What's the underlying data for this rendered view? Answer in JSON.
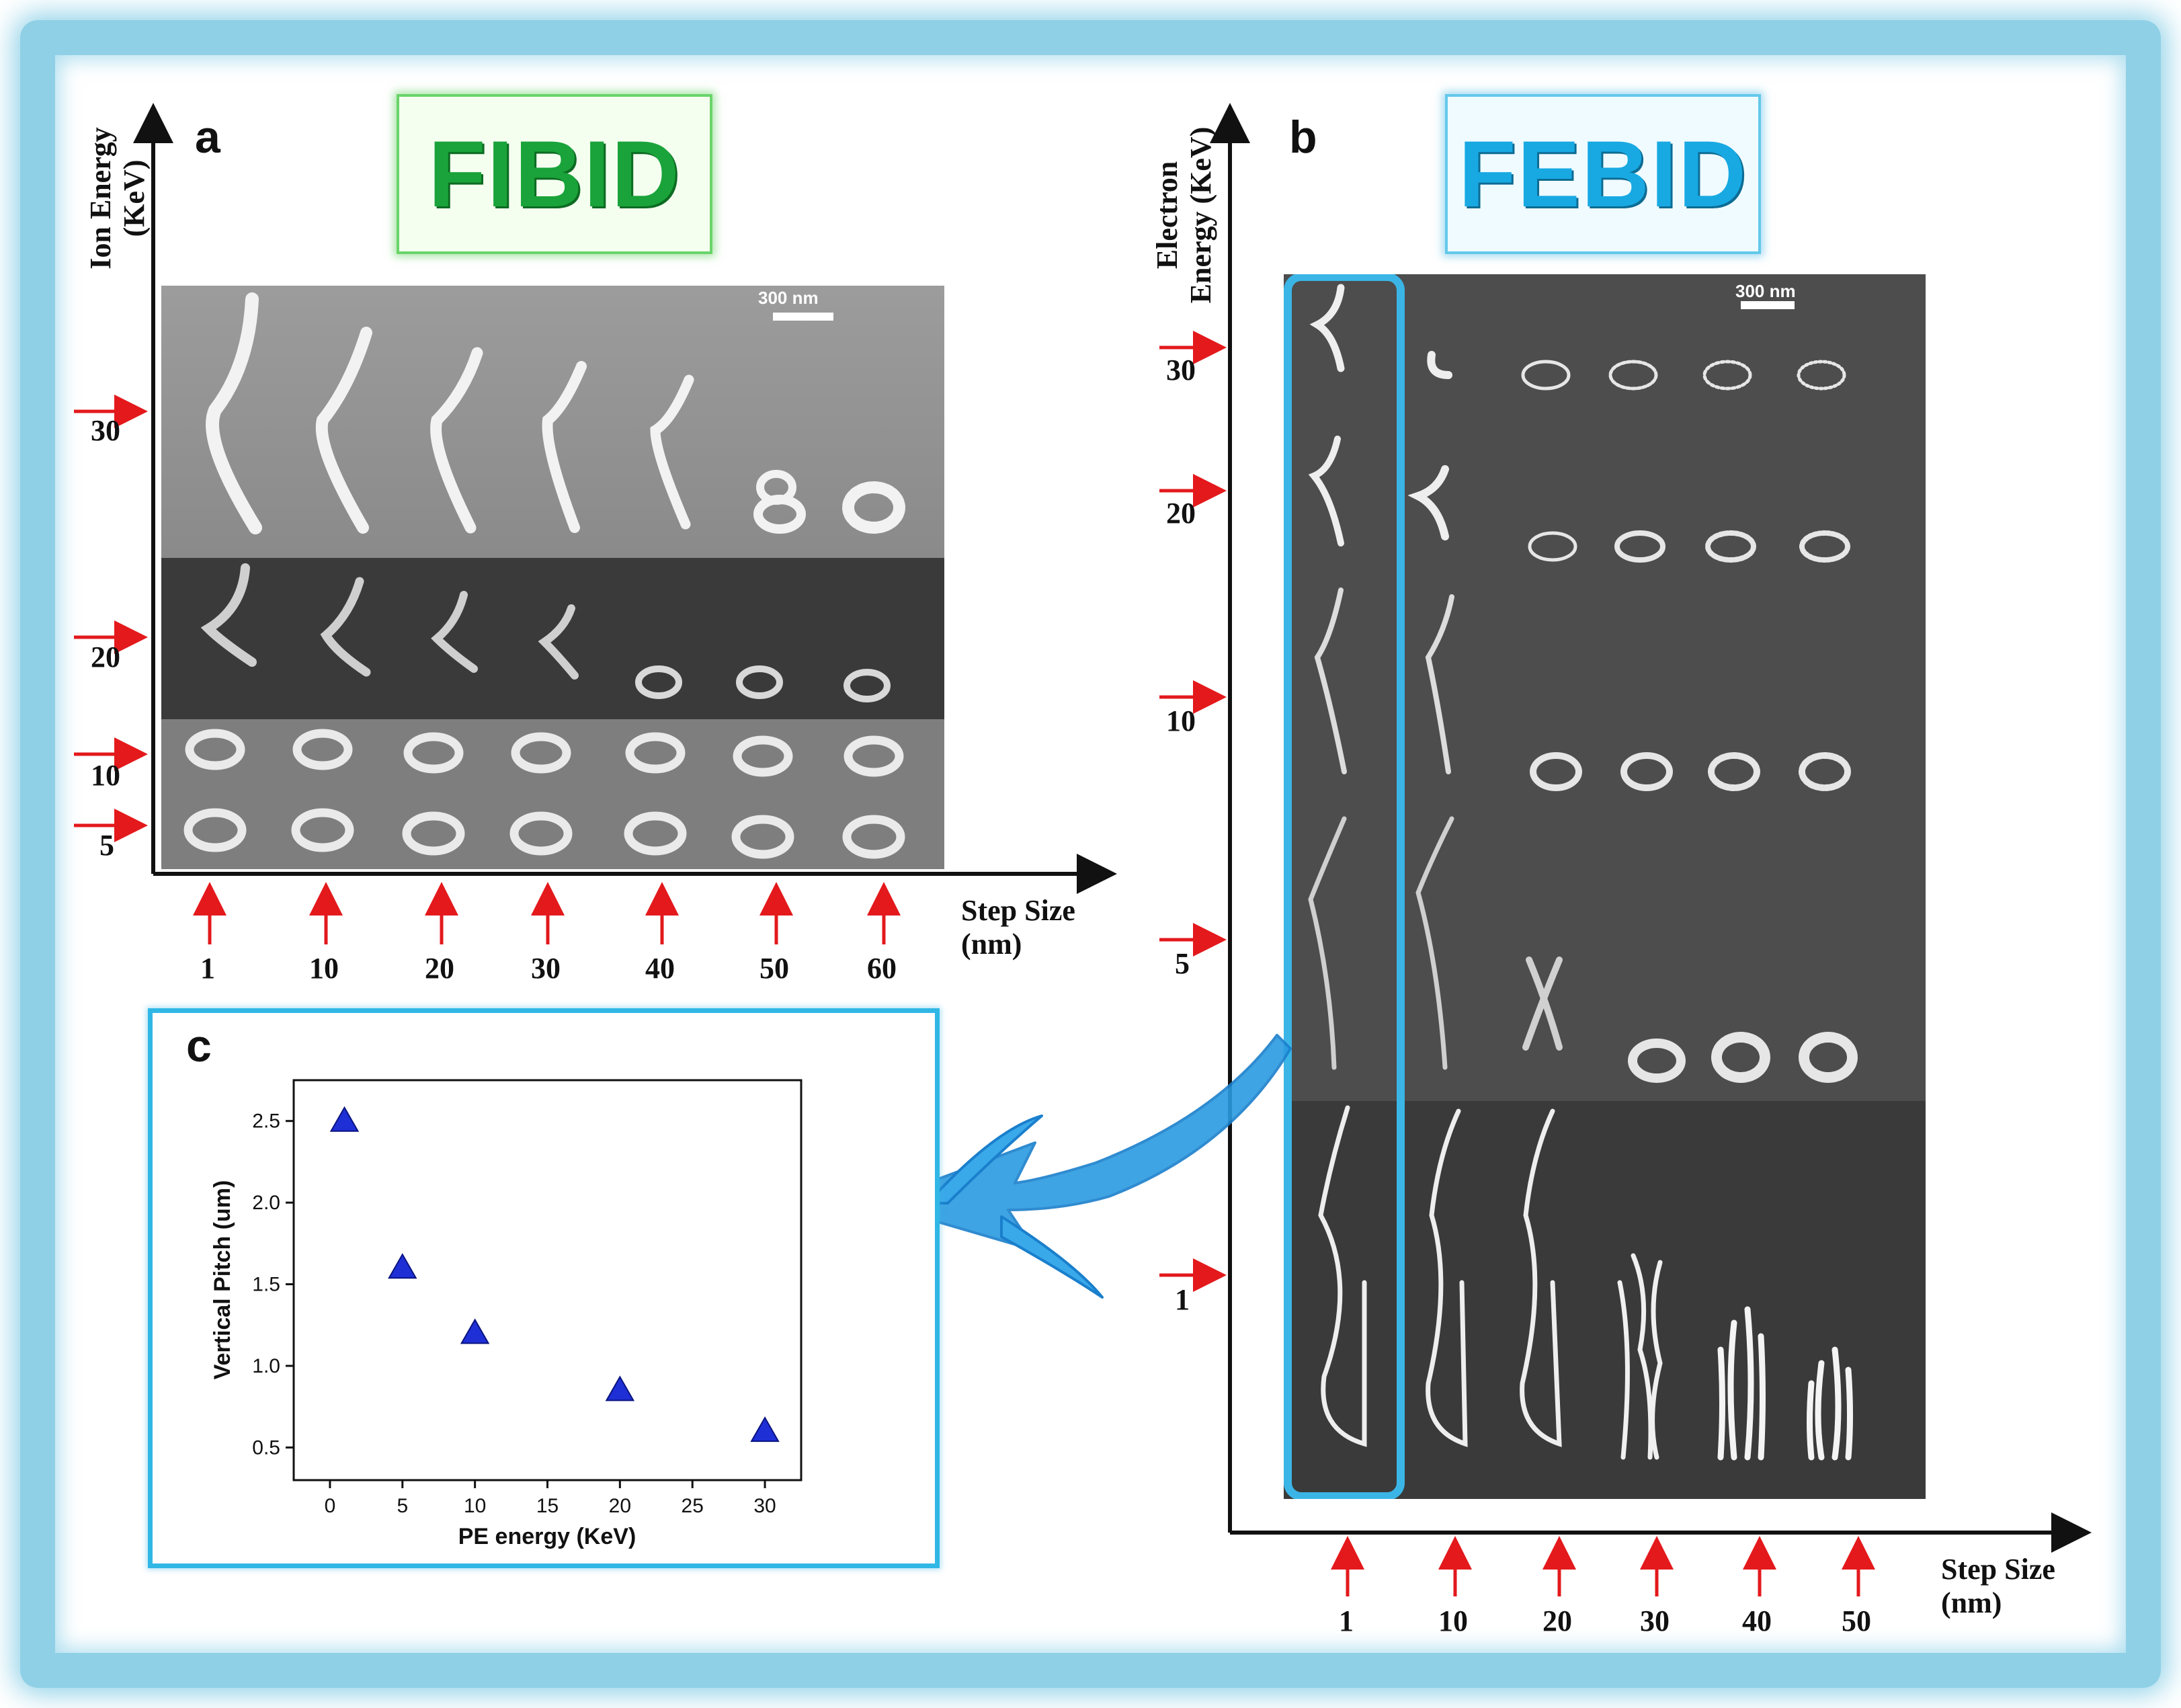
{
  "panel_a": {
    "letter": "a",
    "title": "FIBID",
    "y_axis_title_line1": "Ion Energy",
    "y_axis_title_line2": "(KeV)",
    "x_axis_title_line1": "Step Size",
    "x_axis_title_line2": "(nm)",
    "y_ticks": [
      "30",
      "20",
      "10",
      "5"
    ],
    "x_ticks": [
      "1",
      "10",
      "20",
      "30",
      "40",
      "50",
      "60"
    ],
    "scale_bar": "300 nm",
    "arrow_color": "#e3191c"
  },
  "panel_b": {
    "letter": "b",
    "title": "FEBID",
    "y_axis_title_line1": "Electron",
    "y_axis_title_line2": "Energy (KeV)",
    "x_axis_title_line1": "Step Size",
    "x_axis_title_line2": "(nm)",
    "y_ticks": [
      "30",
      "20",
      "10",
      "5",
      "1"
    ],
    "x_ticks": [
      "1",
      "10",
      "20",
      "30",
      "40",
      "50"
    ],
    "scale_bar": "300 nm",
    "highlight_color": "#3bb5e6"
  },
  "panel_c": {
    "letter": "c",
    "border_color": "#30b7e5"
  },
  "chart_data": {
    "type": "scatter",
    "xlabel": "PE energy (KeV)",
    "ylabel": "Vertical Pitch (um)",
    "xlim": [
      -2.5,
      32.5
    ],
    "ylim": [
      0.3,
      2.75
    ],
    "x_ticks": [
      "0",
      "5",
      "10",
      "15",
      "20",
      "25",
      "30"
    ],
    "y_ticks": [
      "0.5",
      "1.0",
      "1.5",
      "2.0",
      "2.5"
    ],
    "marker": "triangle",
    "marker_color": "#1f2fd6",
    "grid": false,
    "series": [
      {
        "x": [
          1,
          5,
          10,
          20,
          30
        ],
        "y": [
          2.5,
          1.6,
          1.2,
          0.85,
          0.6
        ]
      }
    ]
  }
}
